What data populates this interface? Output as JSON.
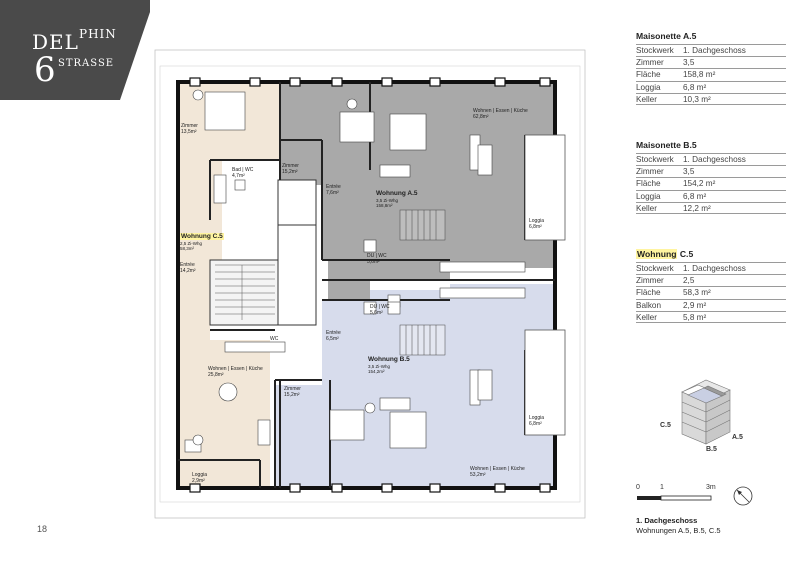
{
  "logo": {
    "part1": "DEL",
    "part2": "PHIN",
    "number": "6",
    "street": "STRASSE"
  },
  "page_number": "18",
  "units": [
    {
      "title_prefix": "Maisonette",
      "title_id": "A.5",
      "rows": [
        {
          "k": "Stockwerk",
          "v": "1. Dachgeschoss"
        },
        {
          "k": "Zimmer",
          "v": "3,5"
        },
        {
          "k": "Fläche",
          "v": "158,8 m²"
        },
        {
          "k": "Loggia",
          "v": "6,8 m²"
        },
        {
          "k": "Keller",
          "v": "10,3 m²"
        }
      ]
    },
    {
      "title_prefix": "Maisonette",
      "title_id": "B.5",
      "rows": [
        {
          "k": "Stockwerk",
          "v": "1. Dachgeschoss"
        },
        {
          "k": "Zimmer",
          "v": "3,5"
        },
        {
          "k": "Fläche",
          "v": "154,2 m²"
        },
        {
          "k": "Loggia",
          "v": "6,8 m²"
        },
        {
          "k": "Keller",
          "v": "12,2 m²"
        }
      ]
    },
    {
      "title_prefix": "Wohnung",
      "title_id": "C.5",
      "rows": [
        {
          "k": "Stockwerk",
          "v": "1. Dachgeschoss"
        },
        {
          "k": "Zimmer",
          "v": "2,5"
        },
        {
          "k": "Fläche",
          "v": "58,3 m²"
        },
        {
          "k": "Balkon",
          "v": "2,9 m²"
        },
        {
          "k": "Keller",
          "v": "5,8 m²"
        }
      ]
    }
  ],
  "plan": {
    "rooms": [
      {
        "name": "Zimmer",
        "area": "13,5m²"
      },
      {
        "name": "Zimmer",
        "area": "15,2m²"
      },
      {
        "name": "Bad | WC",
        "area": "4,7m²"
      },
      {
        "name": "Entrée",
        "area": "7,6m²"
      },
      {
        "name": "Wohnen | Essen | Küche",
        "area": "62,8m²"
      },
      {
        "name": "Loggia",
        "area": "6,8m²"
      },
      {
        "name": "Entrée",
        "area": "14,2m²"
      },
      {
        "name": "DU | WC",
        "area": "5,6m²"
      },
      {
        "name": "DU | WC",
        "area": "5,6m²"
      },
      {
        "name": "Entrée",
        "area": "6,5m²"
      },
      {
        "name": "Wohnen | Essen | Küche",
        "area": "25,8m²"
      },
      {
        "name": "Zimmer",
        "area": "15,2m²"
      },
      {
        "name": "Loggia",
        "area": "6,8m²"
      },
      {
        "name": "Wohnen | Essen | Küche",
        "area": "53,2m²"
      },
      {
        "name": "Loggia",
        "area": "2,9m²"
      },
      {
        "name": "WC",
        "area": ""
      }
    ],
    "unit_a": {
      "name": "Wohnung A.5",
      "sub": "3,5 Zi-Whg",
      "area": "158,8m²"
    },
    "unit_b": {
      "name": "Wohnung B.5",
      "sub": "3,5 Zi-Whg",
      "area": "154,2m²"
    },
    "unit_c": {
      "name": "Wohnung C.5",
      "sub": "2,5 Zi-Whg",
      "area": "58,3m²"
    }
  },
  "iso_labels": {
    "c": "C.5",
    "a": "A.5",
    "b": "B.5"
  },
  "scale": {
    "zero": "0",
    "one": "1",
    "three": "3m"
  },
  "caption": {
    "line1": "1. Dachgeschoss",
    "line2": "Wohnungen A.5, B.5, C.5"
  },
  "colors": {
    "unit_a": "#a9a9a9",
    "unit_b": "#d7dcec",
    "unit_c": "#f2e7d8",
    "logo": "#4a4a4a",
    "highlight": "#fff4a0"
  }
}
